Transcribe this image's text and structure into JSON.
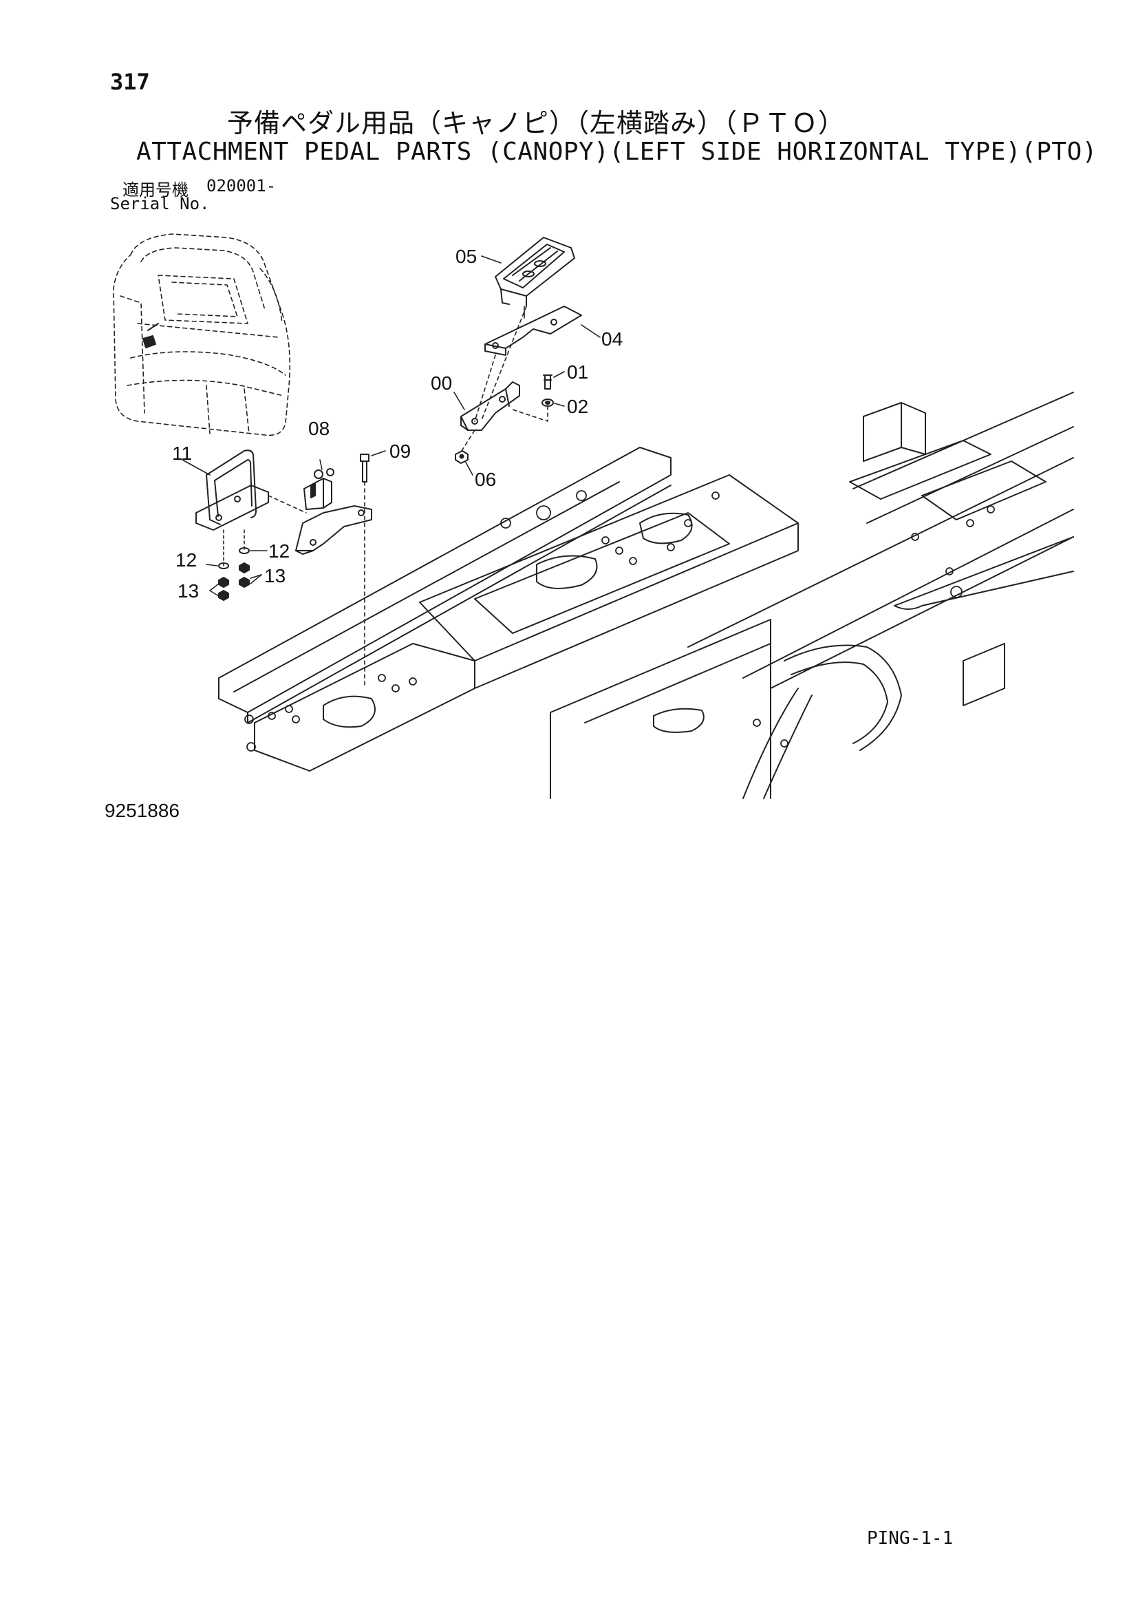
{
  "header": {
    "page_number": "317",
    "title_jp": "予備ペダル用品（キャノピ）（左横踏み）（ＰＴＯ）",
    "title_en": "ATTACHMENT PEDAL PARTS (CANOPY)(LEFT SIDE HORIZONTAL TYPE)(PTO)",
    "serial_label_jp": "適用号機",
    "serial_value": "020001-",
    "serial_label_en": "Serial No."
  },
  "callouts": {
    "c05": "05",
    "c04": "04",
    "c01": "01",
    "c00": "00",
    "c02": "02",
    "c06": "06",
    "c08": "08",
    "c09": "09",
    "c11": "11",
    "c12a": "12",
    "c12b": "12",
    "c13a": "13",
    "c13b": "13"
  },
  "footer": {
    "figure_number": "9251886",
    "page_ref": "PING-1-1"
  }
}
